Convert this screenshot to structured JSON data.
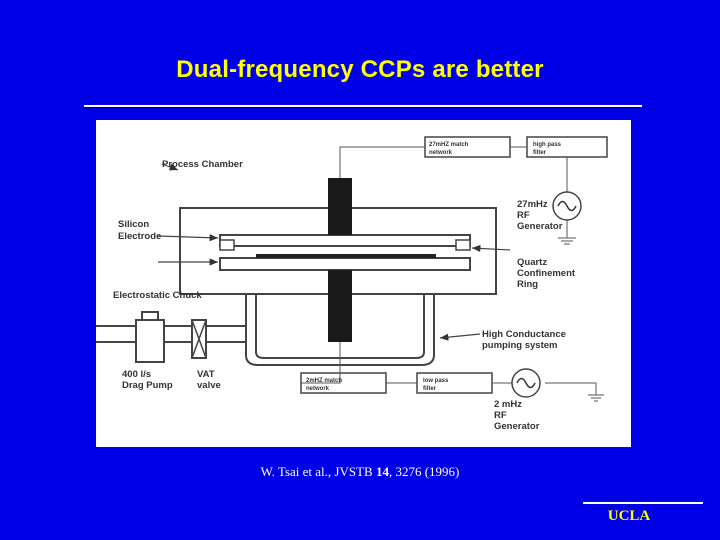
{
  "slide": {
    "title": "Dual-frequency CCPs are better",
    "citation": {
      "prefix": "W. Tsai et al., JVSTB ",
      "volume": "14",
      "suffix": ", 3276 (1996)"
    },
    "footer_logo": "UCLA"
  },
  "diagram": {
    "labels": {
      "process_chamber": "Process Chamber",
      "silicon": "Silicon",
      "electrode": "Electrode",
      "esc": "Electrostatic Chuck",
      "drag_pump_1": "400 l/s",
      "drag_pump_2": "Drag Pump",
      "vat_1": "VAT",
      "vat_2": "valve",
      "gen27_1": "27mHz",
      "gen27_2": "RF",
      "gen27_3": "Generator",
      "quartz_1": "Quartz",
      "quartz_2": "Confinement",
      "quartz_3": "Ring",
      "pumping_1": "High Conductance",
      "pumping_2": "pumping system",
      "gen2_1": "2 mHz",
      "gen2_2": "RF",
      "gen2_3": "Generator"
    },
    "boxes": {
      "match27_1": "27mHZ match",
      "match27_2": "network",
      "hpf_1": "high pass",
      "hpf_2": "filter",
      "match2_1": "2mHZ match",
      "match2_2": "network",
      "lpf_1": "low pass",
      "lpf_2": "filter"
    }
  }
}
